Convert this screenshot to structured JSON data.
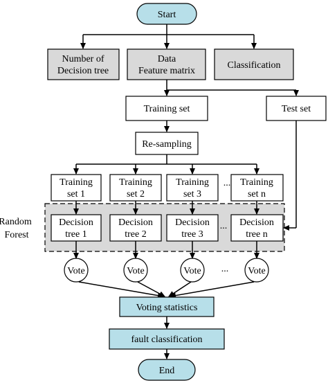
{
  "nodes": {
    "start": "Start",
    "num_trees": [
      "Number of",
      "Decision tree"
    ],
    "data_matrix": [
      "Data",
      "Feature matrix"
    ],
    "classification": "Classification",
    "training_set": "Training set",
    "test_set": "Test set",
    "resampling": "Re-sampling",
    "training_sets": [
      [
        "Training",
        "set 1"
      ],
      [
        "Training",
        "set 2"
      ],
      [
        "Training",
        "set 3"
      ],
      [
        "Training",
        "set n"
      ]
    ],
    "decision_trees": [
      [
        "Decision",
        "tree 1"
      ],
      [
        "Decision",
        "tree 2"
      ],
      [
        "Decision",
        "tree 3"
      ],
      [
        "Decision",
        "tree n"
      ]
    ],
    "vote": "Vote",
    "ellipsis": "...",
    "random_forest": [
      "Random",
      "Forest"
    ],
    "voting_statistics": "Voting statistics",
    "fault_classification": "fault classification",
    "end": "End"
  },
  "colors": {
    "terminal": "#b7dfe9",
    "parameter_box": "#d9d9d9",
    "forest_region": "#d9d9d9"
  }
}
